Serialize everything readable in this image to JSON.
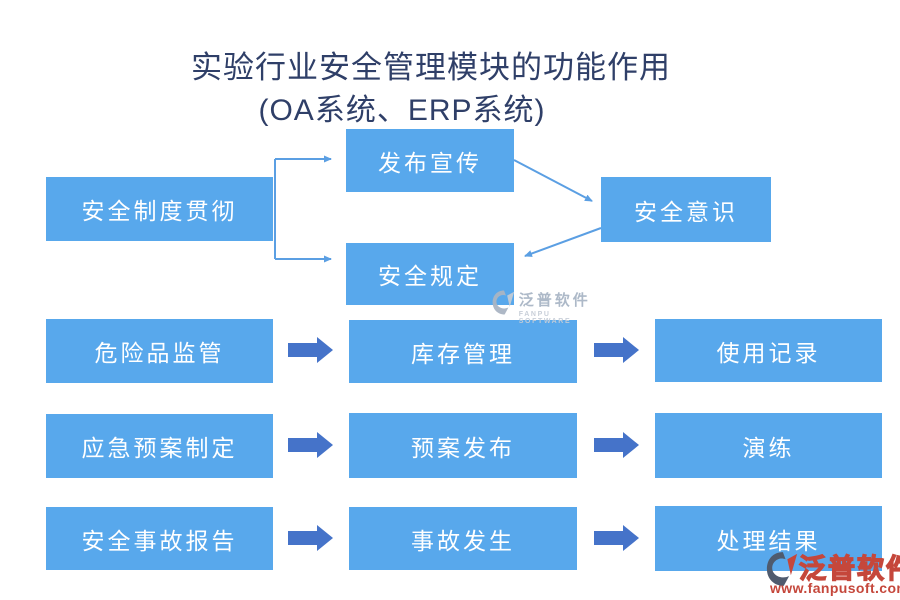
{
  "title": {
    "line1": "实验行业安全管理模块的功能作用",
    "line2": "(OA系统、ERP系统)"
  },
  "flow1": {
    "source": "安全制度贯彻",
    "branch_top": "发布宣传",
    "branch_bottom": "安全规定",
    "result": "安全意识"
  },
  "rows": [
    {
      "left": "危险品监管",
      "middle": "库存管理",
      "right": "使用记录"
    },
    {
      "left": "应急预案制定",
      "middle": "预案发布",
      "right": "演练"
    },
    {
      "left": "安全事故报告",
      "middle": "事故发生",
      "right": "处理结果"
    }
  ],
  "watermark_center": {
    "name": "泛普软件",
    "subtitle": "FANPU SOFTWARE"
  },
  "watermark_corner": {
    "name": "泛普软件",
    "url": "www.fanpusoft.com"
  },
  "colors": {
    "box_fill": "#58A8EC",
    "box_text": "#FFFFFF",
    "block_arrow": "#4573C9",
    "connector": "#5B9FE3",
    "title": "#2F3F68",
    "wm_gray": "#A9B6C6",
    "wm_gray_light": "#C6CDD7",
    "wm_red": "#C5473B",
    "wm_slate": "#4F5B6E"
  }
}
